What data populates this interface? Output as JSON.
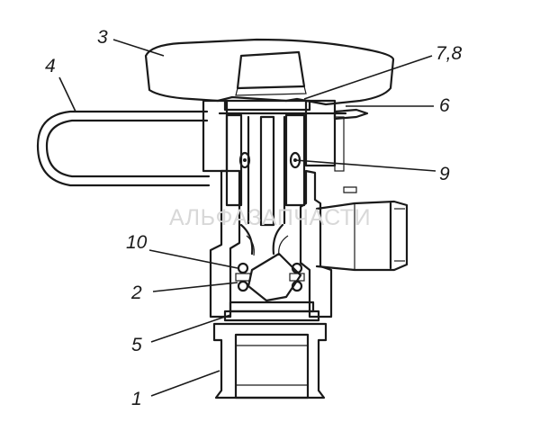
{
  "watermark": "АЛЬФАЗАПЧАСТИ",
  "callouts": {
    "c1": "1",
    "c2": "2",
    "c3": "3",
    "c4": "4",
    "c5": "5",
    "c6": "6",
    "c78": "7,8",
    "c9": "9",
    "c10": "10"
  }
}
